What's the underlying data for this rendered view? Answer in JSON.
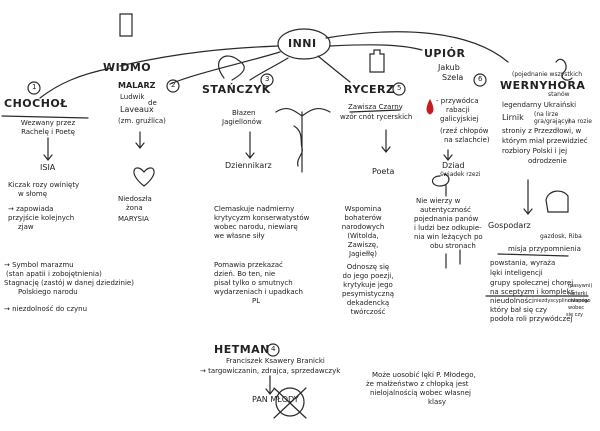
{
  "center": {
    "label": "INNI"
  },
  "widmo": {
    "label": "WIDMO"
  },
  "chochol": {
    "label": "CHOCHOŁ",
    "num": "1",
    "l1": "Wezwany przez",
    "l2": "Rachelę i Poetę",
    "isia": "ISIA",
    "k1": "Kiczak rozy owinięty",
    "k2": "w słomę",
    "z1": "→ zapowiada",
    "z2": "przyjście kolejnych",
    "z3": "zjaw",
    "y1": "→ Symbol marazmu",
    "y2": "(stan apatii i zobojętnienia)",
    "y3": "Stagnację (zastój w danej dziedzinie)",
    "y4": "Polskiego narodu",
    "n1": "→ niezdolność do czynu"
  },
  "malarz": {
    "label": "MALARZ",
    "num": "2",
    "l1": "Ludwik",
    "l2": "de",
    "l3": "Laveaux",
    "l4": "(zm. gruźlica)",
    "d1": "Niedoszła",
    "d2": "żona",
    "d3": "MARYSIA"
  },
  "stanczyk": {
    "label": "STAŃCZYK",
    "num": "3",
    "b1": "Błazen",
    "b2": "Jagiellonów",
    "dz": "Dziennikarz",
    "p1": "Clemaskuje nadmierny",
    "p2": "krytycyzm konserwatystów",
    "p3": "wobec narodu, niewiarę",
    "p4": "we własne siły",
    "q1": "Pomawia przekazać",
    "q2": "dzień. Bo ten, nie",
    "q3": "pisał tylko o smutnych",
    "q4": "wydarzeniach i upadkach",
    "q5": "PL"
  },
  "rycerz": {
    "label": "RYCERZ",
    "num": "5",
    "z1": "Zawisza Czarny",
    "z2": "wzór cnót rycerskich",
    "poeta": "Poeta",
    "w1": "Wspomina",
    "w2": "bohaterów",
    "w3": "narodowych",
    "w4": "(Witolda,",
    "w5": "Zawiszę,",
    "w6": "Jagiełłę)",
    "o1": "Odnoszę się",
    "o2": "do jego poezji,",
    "o3": "krytykuje jego",
    "o4": "pesymistyczną",
    "o5": "dekadencką",
    "o6": "twórczość"
  },
  "upior": {
    "label": "UPIÓR",
    "num": "6",
    "l1": "Jakub",
    "l2": "Szela",
    "r1": "- przywódca",
    "r2": "rabacji",
    "r3": "galicyjskiej",
    "r4": "(rzeź chłopów",
    "r5": "na szlachcie)",
    "dziad": "Dziad",
    "sw": "świadek rzezi",
    "n1": "Nie wierzy w",
    "n2": "autentyczność",
    "n3": "pojednania panów",
    "n4": "i ludzi bez odkupie-",
    "n5": "nia win leżących po",
    "n6": "obu stronach"
  },
  "hetman": {
    "label": "HETMAN",
    "num": "4",
    "l1": "Franciszek Ksawery Branicki",
    "l2": "→ targowiczanin, zdrajca, sprzedawczyk",
    "pan": "PAN MŁODY",
    "m1": "Może uosobić lęki P. Młodego,",
    "m2": "że małżeństwo z chłopką jest",
    "m3": "nielojalnością wobec własnej",
    "m4": "klasy"
  },
  "wernyhora": {
    "label": "WERNYHORA",
    "p1": "(pojednanie wszystkich",
    "p2": "stanów",
    "l1": "legendarny Ukraiński",
    "l2": "Lirnik",
    "l3": "(na lirze",
    "l4": "gra/grający)",
    "l5": "na rozie",
    "l6": "stroniy z Przezdłowi, w",
    "l7": "którym miał przewidzieć",
    "l8": "rozbiory Polski i jej",
    "l9": "odrodzenie",
    "g": "Gospodarz",
    "g2": "gazdosk, Riba",
    "mi": "misja przypomnienia",
    "m1": "powstania, wyraża",
    "m2": "lęki inteligencji",
    "m3": "grupy społecznej chorej",
    "m4": "na sceptyzm i kompleks",
    "m5": "nieudolności",
    "m6": "który bał się czy",
    "m7": "podoła roli przywódczej",
    "side1": "niezdyscyplinowanego",
    "side2": "(pasywni)",
    "side3": "rozterki",
    "side4": "chłopów",
    "side5": "wobec",
    "side6": "się czy"
  }
}
